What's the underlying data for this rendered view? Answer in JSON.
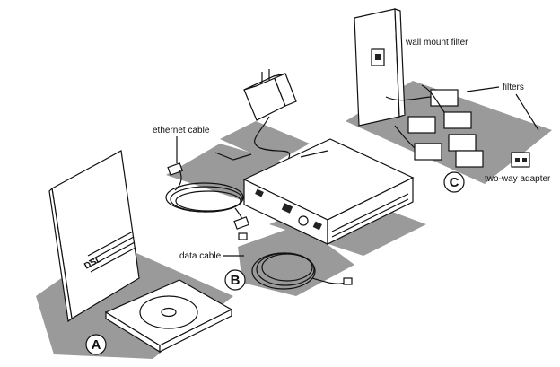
{
  "labels": {
    "ethernet_cable": "ethernet cable",
    "wall_mount_filter": "wall mount filter",
    "filters": "filters",
    "two_way_adapter": "two-way adapter",
    "data_cable": "data cable"
  },
  "badges": {
    "a": "A",
    "b": "B",
    "c": "C"
  },
  "manual_text": "DSL",
  "colors": {
    "shadow": "#9a9a9a",
    "ink": "#111111",
    "paper": "#ffffff"
  }
}
